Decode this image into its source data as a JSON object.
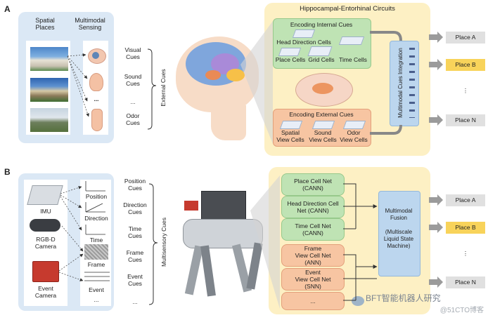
{
  "panel_a": {
    "letter": "A",
    "spatial_places_label": "Spatial\nPlaces",
    "multimodal_sensing_label": "Multimodal\nSensing",
    "external_cues_items": [
      "Visual\nCues",
      "Sound\nCues",
      "...",
      "Odor\nCues"
    ],
    "external_cues_label": "External Cues",
    "circuits_title": "Hippocampal-Entorhinal Circuits",
    "internal_box_title": "Encoding Internal Cues",
    "internal_cells": [
      "Head Direction Cells",
      "Place Cells",
      "Grid Cells",
      "Time Cells"
    ],
    "external_box_title": "Encoding External Cues",
    "external_cells": [
      "Spatial\nView Cells",
      "Sound\nView Cells",
      "Odor\nView Cells"
    ],
    "integration_label": "Multimodal Cues Integration",
    "places": [
      "Place A",
      "Place B",
      "⋮",
      "Place N"
    ],
    "highlight_place": "Place B",
    "sensing_ellipsis": "..."
  },
  "panel_b": {
    "letter": "B",
    "sensors": [
      "IMU",
      "RGB-D\nCamera",
      "Event\nCamera"
    ],
    "signals": [
      "Position",
      "Direction",
      "Time",
      "Frame",
      "Event",
      "..."
    ],
    "cues": [
      "Position\nCues",
      "Direction\nCues",
      "Time\nCues",
      "Frame\nCues",
      "Event\nCues",
      "..."
    ],
    "multisensory_label": "Multisensory Cues",
    "green_nets": [
      "Place Cell Net\n(CANN)",
      "Head Direction Cell\nNet (CANN)",
      "Time Cell Net\n(CANN)"
    ],
    "orange_nets": [
      "Frame\nView Cell Net\n(ANN)",
      "Event\nView Cell Net\n(SNN)",
      "..."
    ],
    "fusion_label": "Multimodal\nFusion\n\n(Multiscale\nLiquid State\nMachine)",
    "places": [
      "Place A",
      "Place B",
      "⋮",
      "Place N"
    ],
    "highlight_place": "Place B"
  },
  "watermarks": [
    "BFT智能机器人研究",
    "@51CTO博客"
  ],
  "colors": {
    "panel_blue": "#dbe8f5",
    "panel_yellow": "#fdf0c4",
    "green_net": "#bfe3b4",
    "orange_net": "#f7c5a2",
    "fusion": "#bcd6ee",
    "place_highlight": "#f8d35a",
    "place_default": "#e0e0e0"
  }
}
